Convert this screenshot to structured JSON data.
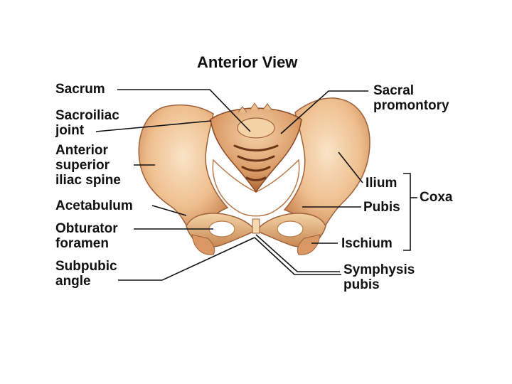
{
  "diagram": {
    "title": "Anterior View",
    "labels": {
      "sacrum": "Sacrum",
      "sacroiliac_1": "Sacroiliac",
      "sacroiliac_2": "joint",
      "asis_1": "Anterior",
      "asis_2": "superior",
      "asis_3": "iliac spine",
      "acetabulum": "Acetabulum",
      "obturator_1": "Obturator",
      "obturator_2": "foramen",
      "subpubic_1": "Subpubic",
      "subpubic_2": "angle",
      "sacral_1": "Sacral",
      "sacral_2": "promontory",
      "ilium": "Ilium",
      "pubis": "Pubis",
      "ischium": "Ischium",
      "coxa": "Coxa",
      "symphysis_1": "Symphysis",
      "symphysis_2": "pubis"
    },
    "colors": {
      "bone_light": "#f6dcb8",
      "bone_mid": "#e8b582",
      "bone_dark": "#b97545",
      "bone_shadow": "#8a4a25",
      "line": "#111111"
    }
  }
}
